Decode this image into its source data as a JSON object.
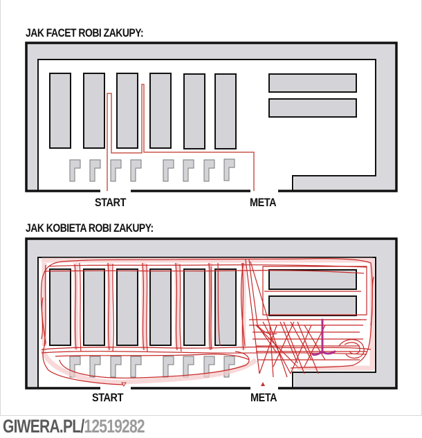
{
  "top_panel": {
    "title": "JAK FACET ROBI ZAKUPY:",
    "start_label": "START",
    "finish_label": "META"
  },
  "bottom_panel": {
    "title": "JAK KOBIETA ROBI ZAKUPY:",
    "start_label": "START",
    "finish_label": "META"
  },
  "footer": {
    "site": "GIWERA.PL/",
    "post_id": "12519282"
  },
  "colors": {
    "wall": "#111111",
    "shelf_fill": "#d4d4d8",
    "path_man": "#c0392b",
    "path_woman": "#c62828",
    "path_highlight": "#b0308a",
    "footer_site": "#5a5a5a",
    "footer_id": "#9b9b9b"
  }
}
